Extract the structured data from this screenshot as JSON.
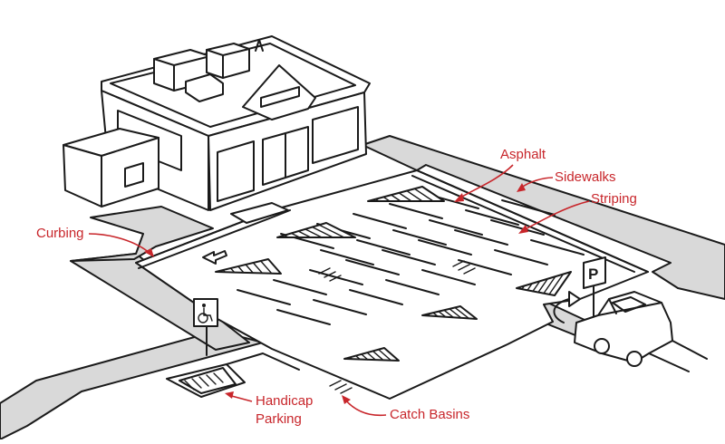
{
  "annotations": {
    "asphalt": "Asphalt",
    "sidewalks": "Sidewalks",
    "striping": "Striping",
    "curbing": "Curbing",
    "handicap_parking_line1": "Handicap",
    "handicap_parking_line2": "Parking",
    "catch_basins": "Catch Basins"
  },
  "signs": {
    "parking_sign": "P",
    "accessible_sign_icon": "wheelchair-icon"
  },
  "colors": {
    "line_art": "#1a1a1a",
    "sidewalk_fill": "#d9d9d9",
    "annotation_red": "#c8262b",
    "background": "#ffffff"
  }
}
